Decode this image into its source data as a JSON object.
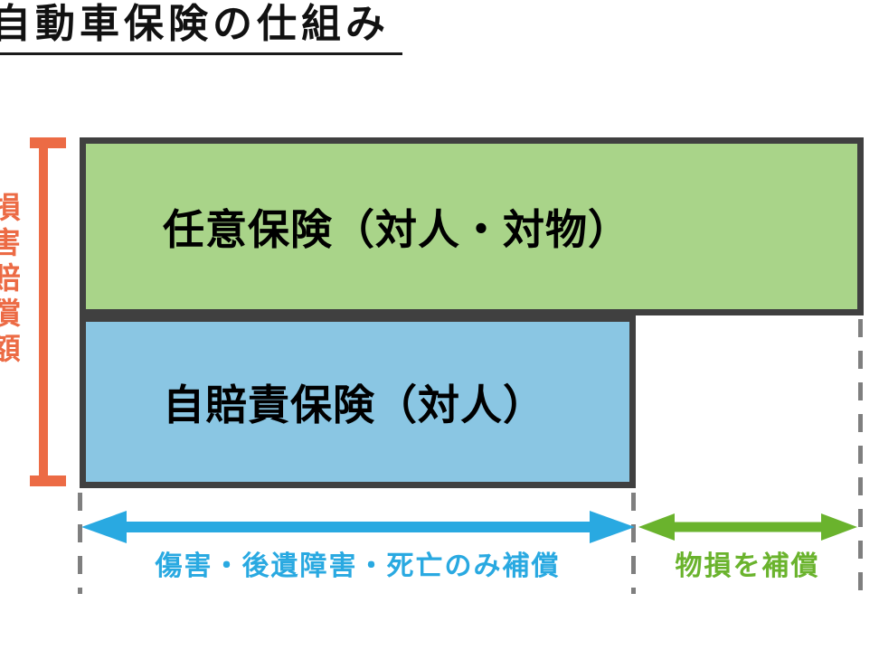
{
  "title": "自動車保険の仕組み",
  "bracket": {
    "label": "損害賠償額",
    "color": "#ec6b45"
  },
  "boxes": {
    "voluntary": {
      "label": "任意保険（対人・対物）",
      "fill": "#a9d489",
      "border": "#404040"
    },
    "compulsory": {
      "label": "自賠責保険（対人）",
      "fill": "#8ac6e3",
      "border": "#404040"
    }
  },
  "coverage_arrows": {
    "personal": {
      "label": "傷害・後遺障害・死亡のみ補償",
      "color": "#29a9e1"
    },
    "property": {
      "label": "物損を補償",
      "color": "#6ab32d"
    }
  },
  "guide_lines": {
    "color": "#7f7f7f",
    "style": "dashed"
  }
}
